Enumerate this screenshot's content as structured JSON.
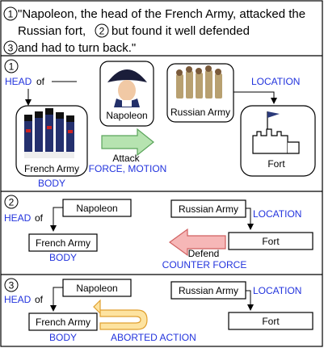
{
  "caption": {
    "line1": "\"Napoleon, the head of the French Army, attacked the",
    "line2_a": "Russian fort,",
    "line2_b": "but found it well defended",
    "line3": "and had to turn back.\""
  },
  "markers": {
    "one": "1",
    "two": "2",
    "three": "3"
  },
  "panel1": {
    "napoleon": "Napoleon",
    "russian_army": "Russian Army",
    "french_army": "French Army",
    "fort": "Fort",
    "head_label": "HEAD",
    "of_label": "of",
    "location_label": "LOCATION",
    "attack_label": "Attack",
    "force_motion_label": "FORCE, MOTION",
    "body_label": "BODY"
  },
  "panel2": {
    "napoleon": "Napoleon",
    "russian_army": "Russian Army",
    "french_army": "French Army",
    "fort": "Fort",
    "head_label": "HEAD",
    "of_label": "of",
    "location_label": "LOCATION",
    "defend_label": "Defend",
    "body_label": "BODY",
    "counter_force_label": "COUNTER FORCE"
  },
  "panel3": {
    "napoleon": "Napoleon",
    "russian_army": "Russian Army",
    "french_army": "French Army",
    "fort": "Fort",
    "head_label": "HEAD",
    "of_label": "of",
    "location_label": "LOCATION",
    "body_label": "BODY",
    "aborted_label": "ABORTED ACTION"
  },
  "colors": {
    "semantic_blue": "#2233dd",
    "attack_arrow": "#b6e3b0",
    "attack_arrow_stroke": "#5aa45a",
    "defend_arrow": "#f6b7b7",
    "defend_arrow_stroke": "#d06060",
    "aborted_arrow": "#fde3a0",
    "aborted_arrow_stroke": "#e0a030"
  }
}
